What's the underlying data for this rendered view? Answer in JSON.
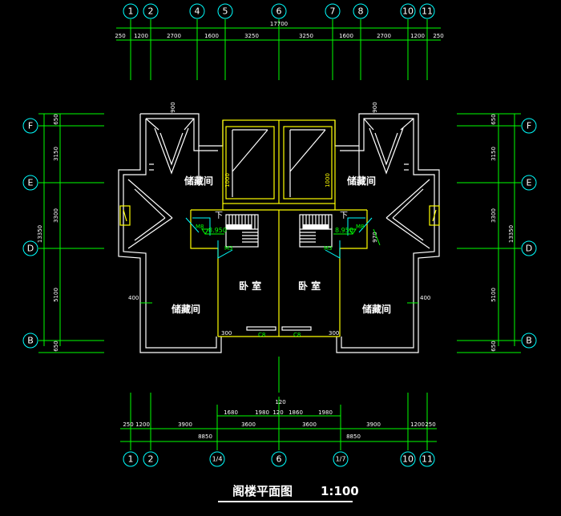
{
  "axes": {
    "top": [
      "1",
      "2",
      "4",
      "5",
      "6",
      "7",
      "8",
      "10",
      "11"
    ],
    "bottom": [
      "1",
      "2",
      "1/4",
      "6",
      "1/7",
      "10",
      "11"
    ],
    "left": [
      "F",
      "E",
      "D",
      "B"
    ],
    "right": [
      "F",
      "E",
      "D",
      "B"
    ]
  },
  "dims": {
    "top_total": "17700",
    "top_segments": [
      "250",
      "1200",
      "2700",
      "1600",
      "3250",
      "3250",
      "1600",
      "2700",
      "1200",
      "250"
    ],
    "bottom_upper": [
      "1680",
      "1980",
      "120",
      "1860",
      "1980"
    ],
    "bottom_upper_extra": "120",
    "bottom_mid": [
      "250",
      "1200",
      "3900",
      "3600",
      "3600",
      "3900",
      "1200",
      "250"
    ],
    "bottom_lower": [
      "8850",
      "8850"
    ],
    "left_segments": [
      "650",
      "3150",
      "3300",
      "5100",
      "650"
    ],
    "left_total": "13350",
    "right_segments": [
      "650",
      "3150",
      "3300",
      "5100",
      "650"
    ],
    "right_total": "13350",
    "wall_400_left": "400",
    "wall_400_right": "400",
    "top_small_left": "900",
    "top_small_right": "900",
    "c_labels": [
      "C8",
      "C8"
    ],
    "door_dims": [
      "300",
      "300"
    ],
    "side_dim": "970"
  },
  "rooms": {
    "storage": "储藏间",
    "bedroom": "卧 室",
    "down": "下"
  },
  "doors": {
    "m8_left": "M8",
    "m8_right": "M8",
    "m3_left": "M3",
    "m3_right": "M3"
  },
  "levels": {
    "left": "8.950",
    "right": "8.950"
  },
  "small_labels": {
    "shaft_left": "1000",
    "shaft_right": "1000"
  },
  "title": {
    "name": "阁楼平面图",
    "scale": "1:100"
  }
}
